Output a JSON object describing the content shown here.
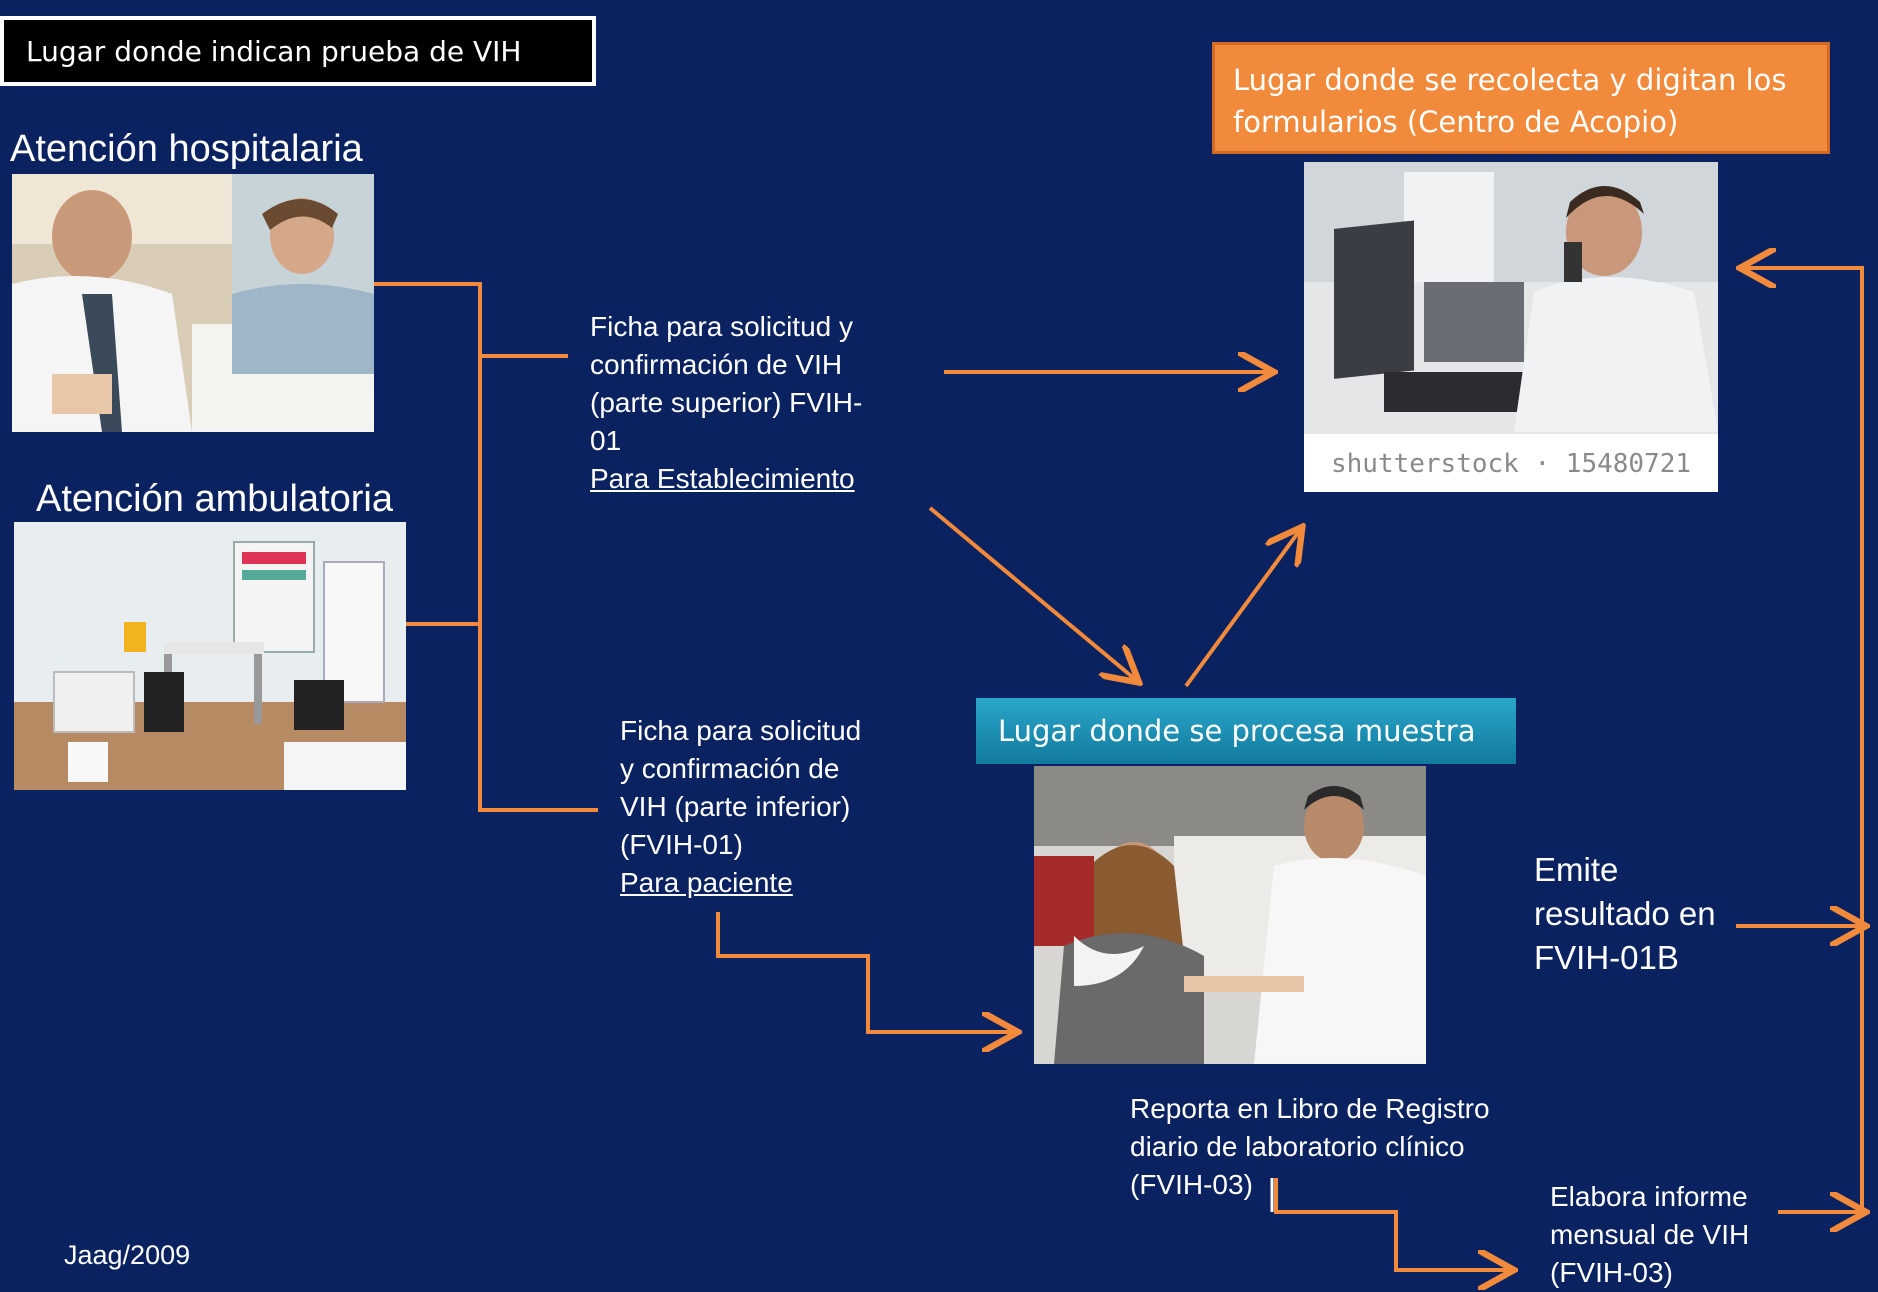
{
  "boxes": {
    "indication_site": "Lugar donde indican prueba de VIH",
    "collection_site": "Lugar donde se recolecta y digitan los formularios (Centro de Acopio)",
    "processing_site": "Lugar donde se procesa muestra"
  },
  "labels": {
    "hospital_care": "Atención hospitalaria",
    "ambulatory_care": "Atención ambulatoria"
  },
  "form_upper": {
    "line1": "Ficha para solicitud y",
    "line2": "confirmación de VIH",
    "line3": "(parte superior) FVIH-",
    "line4": "01",
    "link": "Para Establecimiento"
  },
  "form_lower": {
    "line1": "Ficha para solicitud",
    "line2": "y confirmación de",
    "line3": "VIH (parte  inferior)",
    "line4": "(FVIH-01)",
    "link": "Para paciente"
  },
  "emits": {
    "line1": "Emite",
    "line2": "resultado en",
    "line3": "FVIH-01B"
  },
  "reports": {
    "line1": "Reporta en Libro de Registro",
    "line2": "diario de laboratorio clínico",
    "line3": "(FVIH-03)"
  },
  "monthly": {
    "line1": "Elabora informe",
    "line2": "mensual de VIH",
    "line3": "(FVIH-03)"
  },
  "watermark": "shutterstock · 15480721",
  "footer": "Jaag/2009",
  "colors": {
    "background": "#0b2260",
    "arrow": "#f28a3c",
    "box_orange": "#f28a3c",
    "box_teal": "#1d93b9"
  }
}
